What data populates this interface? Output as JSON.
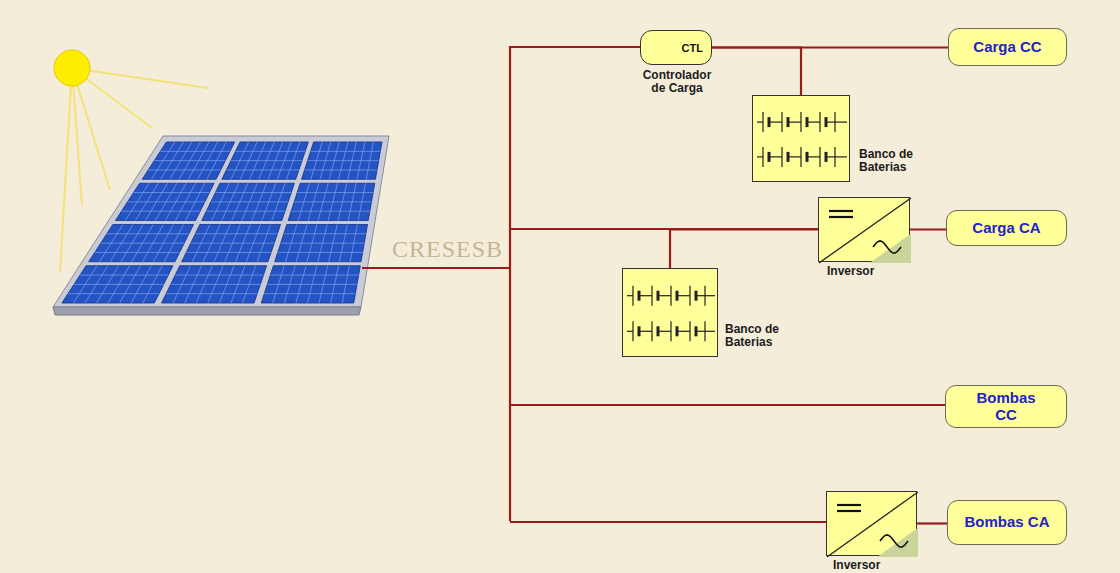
{
  "diagram": {
    "nodes": [
      {
        "text": [
          "CTL",
          "Controlador de Carga"
        ]
      },
      {
        "text": [
          "Carga CC"
        ]
      },
      {
        "text": [
          "Banco de Baterias"
        ]
      },
      {
        "text": [
          "Inversor"
        ]
      },
      {
        "text": [
          "Carga CA"
        ]
      },
      {
        "text": [
          "Banco de Baterias"
        ]
      },
      {
        "text": [
          "Bombas CC"
        ]
      },
      {
        "text": [
          "Inversor"
        ]
      },
      {
        "text": [
          "Bombas CA"
        ]
      }
    ],
    "edges": [
      {
        "from": 0,
        "to": 1,
        "arrow": "none"
      },
      {
        "from": 0,
        "to": 2,
        "arrow": "none"
      },
      {
        "from": 3,
        "to": 4,
        "arrow": "none"
      },
      {
        "from": 5,
        "to": 3,
        "arrow": "none"
      },
      {
        "from": 7,
        "to": 8,
        "arrow": "none"
      }
    ],
    "labels": [
      "CRESESB"
    ]
  }
}
